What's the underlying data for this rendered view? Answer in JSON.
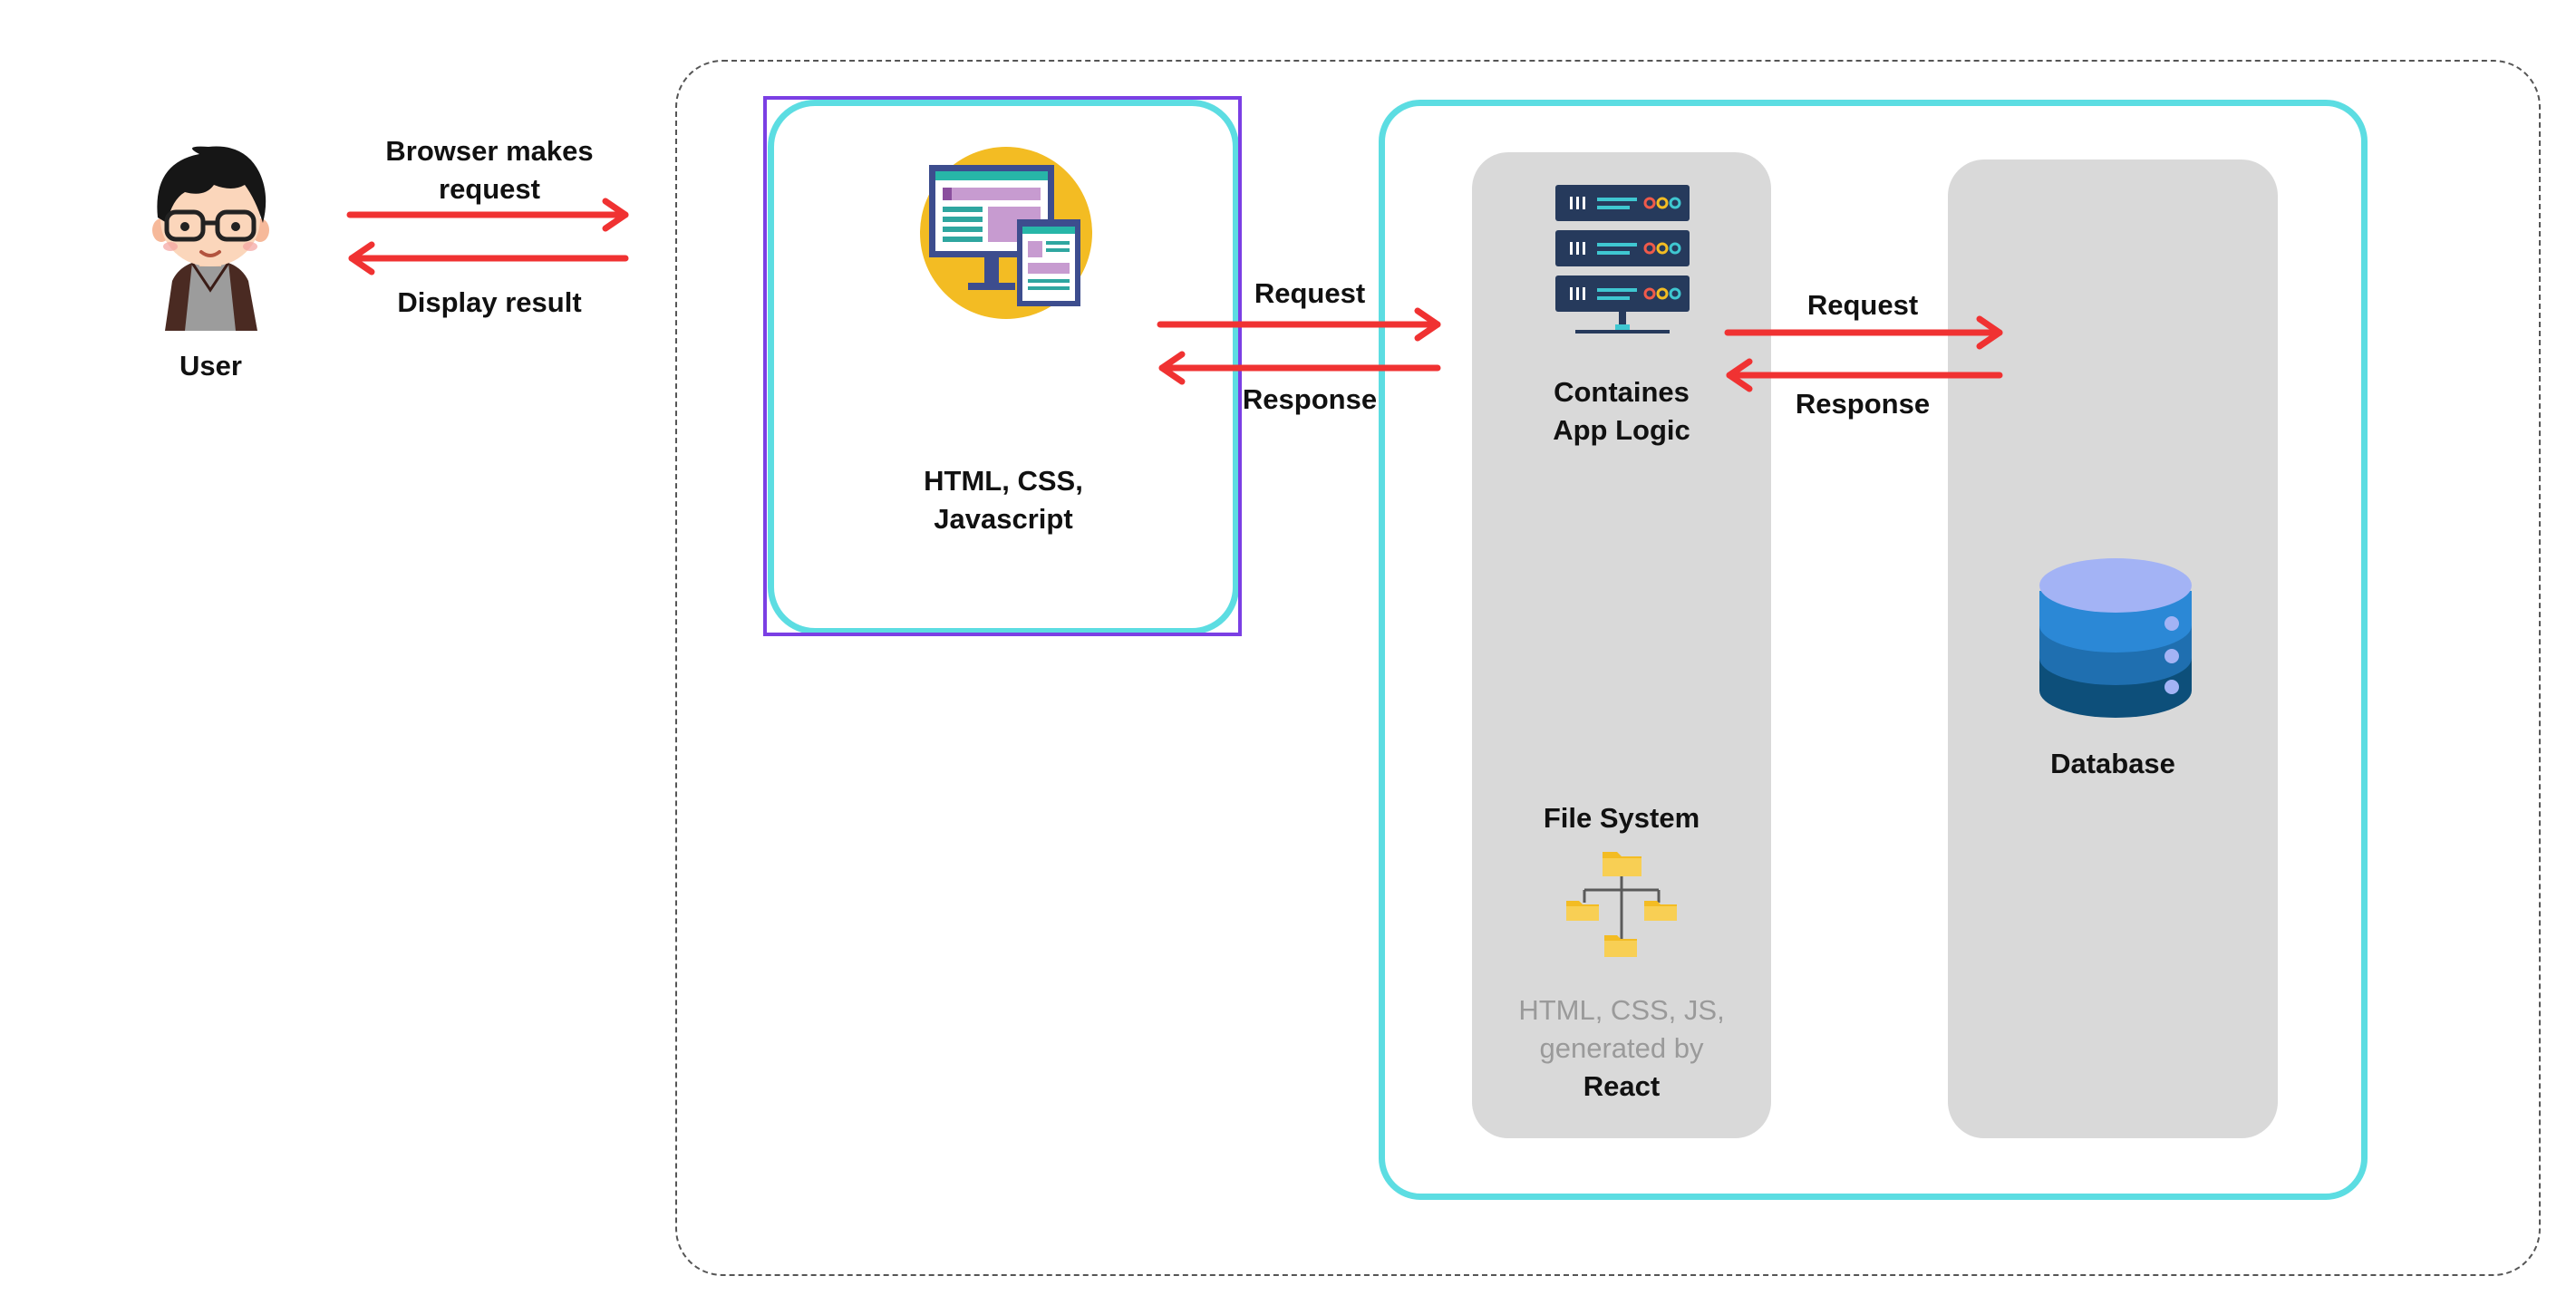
{
  "user": {
    "label": "User"
  },
  "browser_request": {
    "line1": "Browser makes",
    "line2": "request"
  },
  "display_result": {
    "label": "Display result"
  },
  "frontend": {
    "line1": "HTML, CSS,",
    "line2": "Javascript"
  },
  "frontend_arrows": {
    "request": "Request",
    "response": "Response"
  },
  "backend": {
    "line1": "Containes",
    "line2": "App Logic",
    "file_system": "File System",
    "generated_line1": "HTML,  CSS, JS,",
    "generated_line2": "generated by",
    "generated_line3": "React"
  },
  "db_arrows": {
    "request": "Request",
    "response": "Response"
  },
  "database": {
    "label": "Database"
  },
  "colors": {
    "arrow": "#f03232",
    "container_border": "#5cdde2",
    "selection_border": "#7b3fe4",
    "column_fill": "#d9d9d9"
  },
  "icons": [
    "user-avatar-icon",
    "webpage-monitor-icon",
    "server-rack-icon",
    "folder-tree-icon",
    "database-cylinder-icon"
  ]
}
